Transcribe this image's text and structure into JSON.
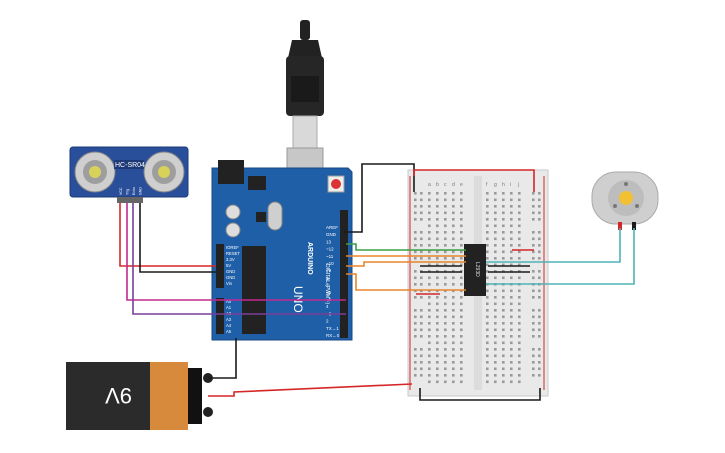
{
  "components": {
    "ultrasonic_sensor": {
      "model": "HC-SR04",
      "pin_labels": [
        "VCC",
        "Trig",
        "Echo",
        "GND"
      ],
      "color": "#2a4f9a"
    },
    "arduino": {
      "brand": "ARDUINO",
      "model": "UNO",
      "top_header_labels": [
        "AREF",
        "GND",
        "13",
        "~12",
        "~11",
        "~10",
        "~9",
        "8",
        "7",
        "~6",
        "~5",
        "4",
        "~3",
        "2",
        "TX→1",
        "RX←0"
      ],
      "power_labels": [
        "IOREF",
        "RESET",
        "3.3V",
        "5V",
        "GND",
        "GND",
        "Vin"
      ],
      "analog_labels": [
        "A0",
        "A1",
        "A2",
        "A3",
        "A4",
        "A5"
      ],
      "digital_caption": "DIGITAL (PWM ~)",
      "color": "#1f5fa8"
    },
    "battery": {
      "label": "9V",
      "color": "#2b2b2b",
      "accent": "#d88a3c"
    },
    "breadboard": {
      "column_letters": [
        "a",
        "b",
        "c",
        "d",
        "e",
        "f",
        "g",
        "h",
        "i",
        "j"
      ]
    },
    "motor_driver_ic": {
      "label": "L293D"
    },
    "dc_motor": {
      "color": "#cfcfcf",
      "hub": "#f2c033"
    }
  },
  "wire_colors": {
    "red": "#d62728",
    "black": "#1a1a1a",
    "green": "#3aa043",
    "orange": "#e8862c",
    "teal": "#4fb3b5",
    "magenta": "#c2288f",
    "purple": "#7a3d9a"
  }
}
